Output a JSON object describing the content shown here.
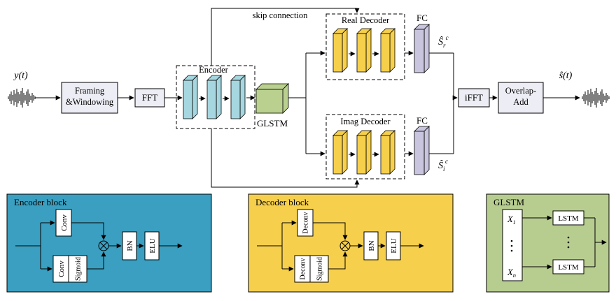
{
  "colors": {
    "encoder_panel": "#3A9FC0",
    "decoder_panel": "#F6CF4C",
    "glstm_panel": "#B7CD90",
    "encoder_unit": "#A6D7E0",
    "decoder_unit": "#F7D04B",
    "glstm_unit": "#B9D08F",
    "fc_unit": "#C9C5DE",
    "process_box": "#EDEDF5",
    "inner_box": "#FFFFFF"
  },
  "pipeline": {
    "input_label": "y(t)",
    "output_label": "ŝ(t)",
    "skip_label": "skip connection",
    "framing": [
      "Framing",
      "&Windowing"
    ],
    "fft": "FFT",
    "encoder_title": "Encoder",
    "glstm_label": "GLSTM",
    "real_decoder_title": "Real Decoder",
    "imag_decoder_title": "Imag Decoder",
    "fc_real": "FC",
    "fc_imag": "FC",
    "ifft": "iFFT",
    "overlap": [
      "Overlap-",
      "Add"
    ],
    "real_output": {
      "base": "Ŝ",
      "sub": "r",
      "sup": "c"
    },
    "imag_output": {
      "base": "Ŝ",
      "sub": "i",
      "sup": "c"
    }
  },
  "encoder_block": {
    "title": "Encoder block",
    "conv_top": "Conv",
    "conv_bottom": "Conv",
    "sigmoid": "Sigmoid",
    "bn": "BN",
    "elu": "ELU"
  },
  "decoder_block": {
    "title": "Decoder block",
    "deconv_top": "Deconv",
    "deconv_bottom": "Deconv",
    "sigmoid": "Sigmoid",
    "bn": "BN",
    "elu": "ELU"
  },
  "glstm_block": {
    "title": "GLSTM",
    "x_first": {
      "base": "X",
      "sub": "1"
    },
    "x_last": {
      "base": "X",
      "sub": "n"
    },
    "lstm_top": "LSTM",
    "lstm_bottom": "LSTM"
  }
}
